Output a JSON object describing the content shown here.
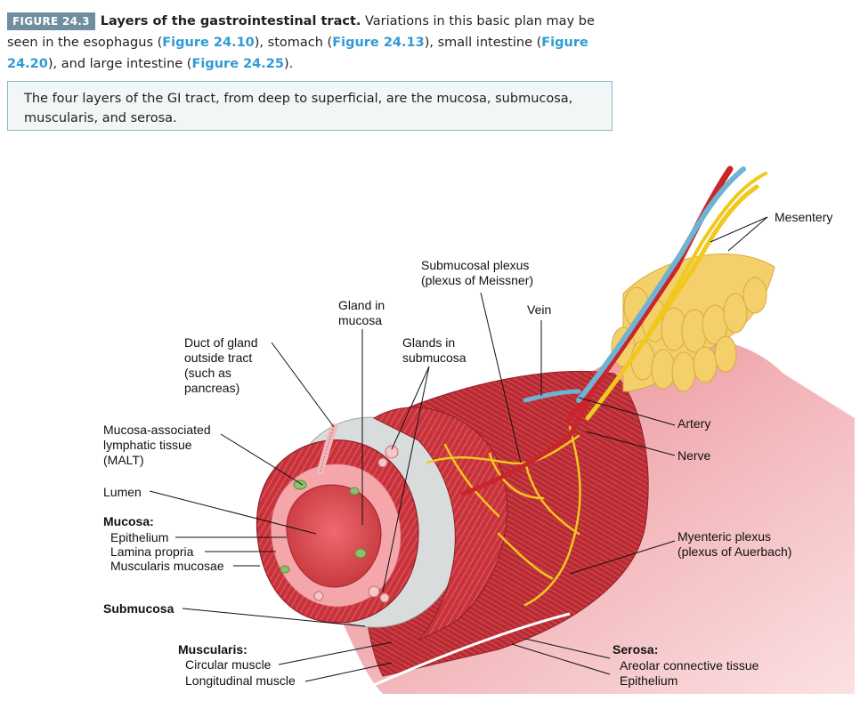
{
  "figure": {
    "badge": "FIGURE 24.3",
    "title": "Layers of the gastrointestinal tract.",
    "text_1": "Variations in this basic plan may be seen in the esophagus (",
    "ref_1": "Figure 24.10",
    "text_2": "), stomach (",
    "ref_2": "Figure 24.13",
    "text_3": "), small intestine (",
    "ref_3": "Figure 24.20",
    "text_4": "), and large intestine (",
    "ref_4": "Figure 24.25",
    "text_5": ")."
  },
  "summary": "The four layers of the GI tract, from deep to superficial, are the mucosa, submucosa, muscularis, and serosa.",
  "labels": {
    "mesentery": "Mesentery",
    "submucosal_plexus": "Submucosal plexus\n(plexus of Meissner)",
    "gland_in_mucosa": "Gland in\nmucosa",
    "vein": "Vein",
    "duct_of_gland": "Duct of gland\noutside tract\n(such as\npancreas)",
    "glands_in_submucosa": "Glands in\nsubmucosa",
    "malt": "Mucosa-associated\nlymphatic tissue\n(MALT)",
    "artery": "Artery",
    "nerve": "Nerve",
    "lumen": "Lumen",
    "mucosa": "Mucosa:",
    "epithelium_mucosa": "Epithelium",
    "lamina_propria": "Lamina propria",
    "muscularis_mucosae": "Muscularis mucosae",
    "myenteric_plexus": "Myenteric plexus\n(plexus of Auerbach)",
    "submucosa": "Submucosa",
    "muscularis": "Muscularis:",
    "circular_muscle": "Circular muscle",
    "longitudinal_muscle": "Longitudinal muscle",
    "serosa": "Serosa:",
    "areolar_tissue": "Areolar connective tissue",
    "epithelium_serosa": "Epithelium"
  },
  "colors": {
    "muscle": "#c8323a",
    "muscle_dark": "#a3232b",
    "serosa_pink": "#f2b3b6",
    "submucosa_gray": "#d9dcdc",
    "fat": "#f4d06a",
    "nerve": "#f0c81e",
    "vein": "#6fb3d2",
    "artery": "#c9252b",
    "accent_blue": "#2e9bd6"
  }
}
